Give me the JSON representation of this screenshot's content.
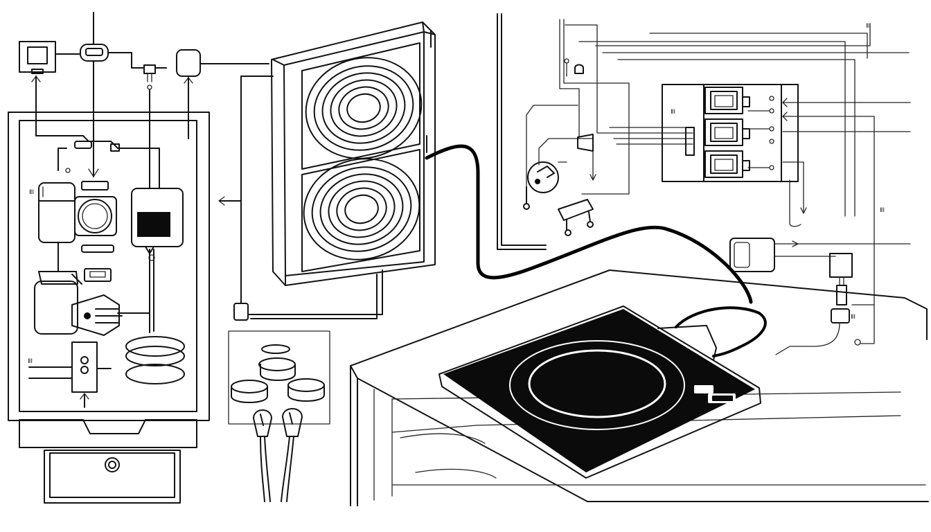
{
  "diagram": {
    "kind": "induction cooktop wiring illustration",
    "style": "black line art on white",
    "colors": {
      "line": "#111111",
      "fill": "#0b0b0b",
      "background": "#ffffff"
    },
    "components": [
      {
        "id": "control-cabinet",
        "icon": "cabinet-icon"
      },
      {
        "id": "thermostat",
        "icon": "thermostat-icon"
      },
      {
        "id": "induction-coil-panel",
        "icon": "coil-icon"
      },
      {
        "id": "sensor-cups",
        "icon": "sensor-icon"
      },
      {
        "id": "relay-module",
        "icon": "relay-icon"
      },
      {
        "id": "induction-cooktop",
        "icon": "cooktop-icon"
      }
    ]
  }
}
